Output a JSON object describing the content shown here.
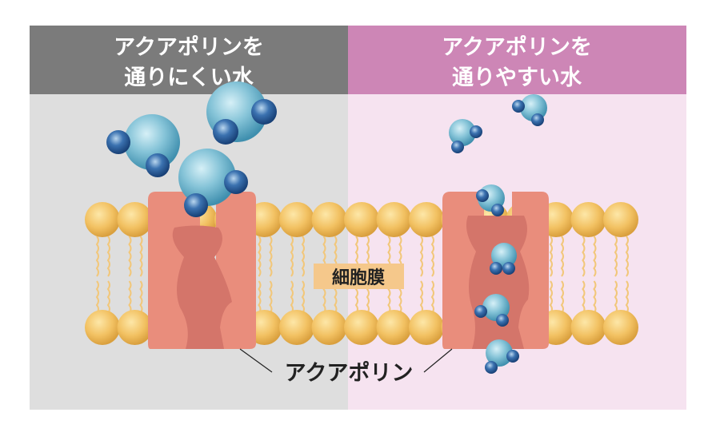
{
  "left_panel": {
    "title_line1": "アクアポリンを",
    "title_line2": "通りにくい水",
    "header_color": "#7b7b7b",
    "bg_color": "#dedede"
  },
  "right_panel": {
    "title_line1": "アクアポリンを",
    "title_line2": "通りやすい水",
    "header_color": "#cd86b6",
    "bg_color": "#f6e3f0"
  },
  "membrane_label": "細胞膜",
  "aquaporin_label": "アクアポリン",
  "colors": {
    "lipid": "#f2c162",
    "channel_outer": "#e98d7c",
    "channel_inner": "#d4756a",
    "water": "#7fc0d6",
    "hydrogen": "#2f63a0",
    "label_box": "#f5c88b"
  }
}
